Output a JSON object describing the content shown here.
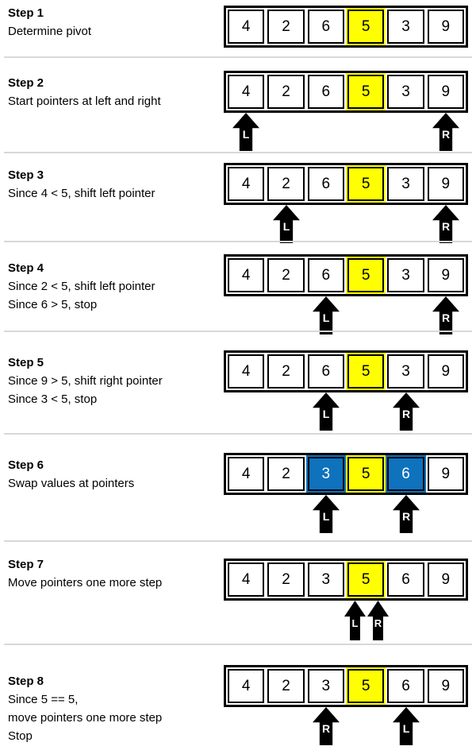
{
  "colors": {
    "pivot_highlight": "#ffff00",
    "swap_highlight": "#0e72bd",
    "arrow": "#000000",
    "divider": "#d8d8d8"
  },
  "pointer_labels": {
    "left": "L",
    "right": "R"
  },
  "steps": [
    {
      "title": "Step 1",
      "lines": [
        "Determine pivot"
      ],
      "cells": [
        "4",
        "2",
        "6",
        "5",
        "3",
        "9"
      ],
      "pivot_index": 3,
      "swap_indices": [],
      "pointers": []
    },
    {
      "title": "Step 2",
      "lines": [
        "Start pointers at left and right"
      ],
      "cells": [
        "4",
        "2",
        "6",
        "5",
        "3",
        "9"
      ],
      "pivot_index": 3,
      "swap_indices": [],
      "pointers": [
        {
          "label": "L",
          "cell": 0
        },
        {
          "label": "R",
          "cell": 5
        }
      ]
    },
    {
      "title": "Step 3",
      "lines": [
        "Since 4 < 5, shift left pointer"
      ],
      "cells": [
        "4",
        "2",
        "6",
        "5",
        "3",
        "9"
      ],
      "pivot_index": 3,
      "swap_indices": [],
      "pointers": [
        {
          "label": "L",
          "cell": 1
        },
        {
          "label": "R",
          "cell": 5
        }
      ]
    },
    {
      "title": "Step 4",
      "lines": [
        "Since 2 < 5, shift left pointer",
        "Since 6 > 5, stop"
      ],
      "cells": [
        "4",
        "2",
        "6",
        "5",
        "3",
        "9"
      ],
      "pivot_index": 3,
      "swap_indices": [],
      "pointers": [
        {
          "label": "L",
          "cell": 2
        },
        {
          "label": "R",
          "cell": 5
        }
      ]
    },
    {
      "title": "Step 5",
      "lines": [
        "Since 9 > 5, shift right pointer",
        "Since 3 < 5, stop"
      ],
      "cells": [
        "4",
        "2",
        "6",
        "5",
        "3",
        "9"
      ],
      "pivot_index": 3,
      "swap_indices": [],
      "pointers": [
        {
          "label": "L",
          "cell": 2
        },
        {
          "label": "R",
          "cell": 4
        }
      ]
    },
    {
      "title": "Step 6",
      "lines": [
        "Swap values at pointers"
      ],
      "cells": [
        "4",
        "2",
        "3",
        "5",
        "6",
        "9"
      ],
      "pivot_index": 3,
      "swap_indices": [
        2,
        4
      ],
      "pointers": [
        {
          "label": "L",
          "cell": 2
        },
        {
          "label": "R",
          "cell": 4
        }
      ]
    },
    {
      "title": "Step 7",
      "lines": [
        "Move pointers one more step"
      ],
      "cells": [
        "4",
        "2",
        "3",
        "5",
        "6",
        "9"
      ],
      "pivot_index": 3,
      "swap_indices": [],
      "pointers": [
        {
          "label": "L",
          "cell": 3
        },
        {
          "label": "R",
          "cell": 3
        }
      ]
    },
    {
      "title": "Step 8",
      "lines": [
        "Since 5 == 5,",
        "move pointers one more step",
        "Stop"
      ],
      "cells": [
        "4",
        "2",
        "3",
        "5",
        "6",
        "9"
      ],
      "pivot_index": 3,
      "swap_indices": [],
      "pointers": [
        {
          "label": "R",
          "cell": 2
        },
        {
          "label": "L",
          "cell": 4
        }
      ]
    }
  ]
}
